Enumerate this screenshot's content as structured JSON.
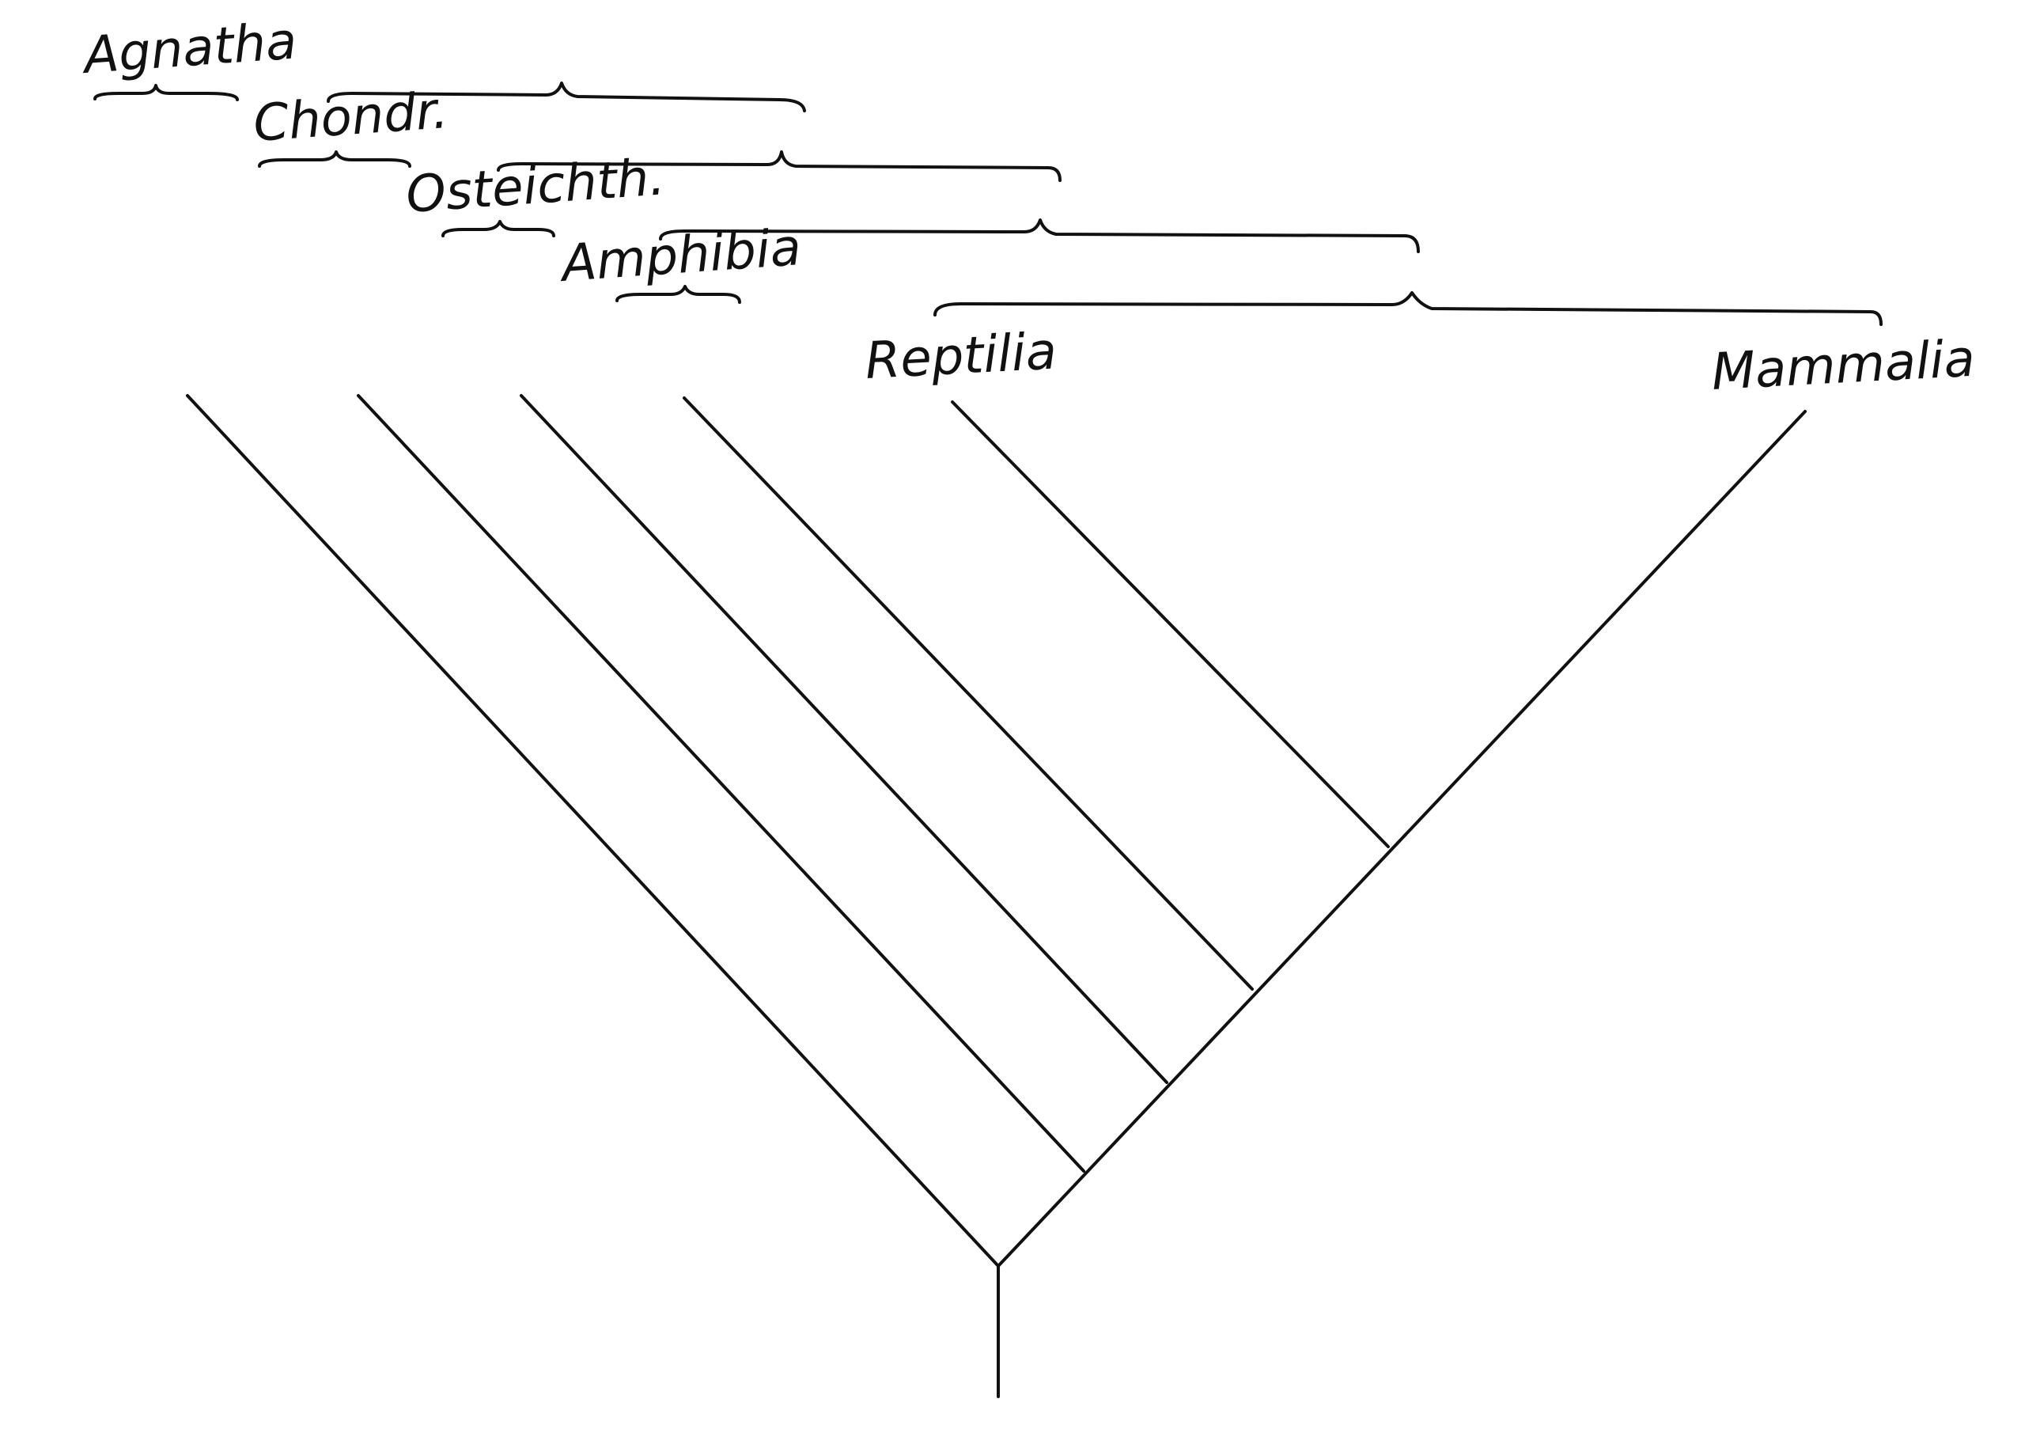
{
  "diagram": {
    "taxa": [
      {
        "id": "agnatha",
        "label": "Agnatha"
      },
      {
        "id": "chondr",
        "label": "Chondr."
      },
      {
        "id": "osteichth",
        "label": "Osteichth."
      },
      {
        "id": "amphibia",
        "label": "Amphibia"
      },
      {
        "id": "reptilia",
        "label": "Reptilia"
      },
      {
        "id": "mammalia",
        "label": "Mammalia"
      }
    ]
  }
}
